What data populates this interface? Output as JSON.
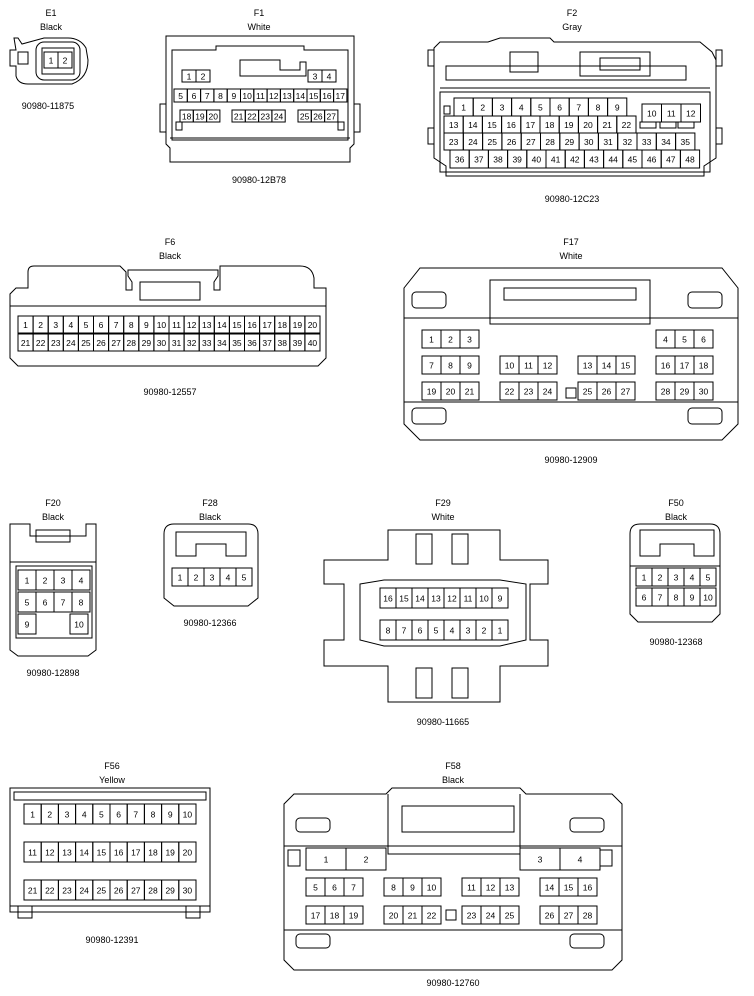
{
  "connectors": {
    "E1": {
      "name": "E1",
      "color": "Black",
      "part": "90980-11875",
      "pins": [
        "1",
        "2"
      ]
    },
    "F1": {
      "name": "F1",
      "color": "White",
      "part": "90980-12B78",
      "row1": [
        "1",
        "2",
        "3",
        "4"
      ],
      "row2": [
        "5",
        "6",
        "7",
        "8",
        "9",
        "10",
        "11",
        "12",
        "13",
        "14",
        "15",
        "16",
        "17"
      ],
      "row3": [
        "18",
        "19",
        "20",
        "21",
        "22",
        "23",
        "24",
        "25",
        "26",
        "27"
      ]
    },
    "F2": {
      "name": "F2",
      "color": "Gray",
      "part": "90980-12C23",
      "row1": [
        "1",
        "2",
        "3",
        "4",
        "5",
        "6",
        "7",
        "8",
        "9"
      ],
      "row1b": [
        "10",
        "11",
        "12"
      ],
      "row2": [
        "13",
        "14",
        "15",
        "16",
        "17",
        "18",
        "19",
        "20",
        "21",
        "22"
      ],
      "row3": [
        "23",
        "24",
        "25",
        "26",
        "27",
        "28",
        "29",
        "30",
        "31",
        "32",
        "33",
        "34",
        "35"
      ],
      "row4": [
        "36",
        "37",
        "38",
        "39",
        "40",
        "41",
        "42",
        "43",
        "44",
        "45",
        "46",
        "47",
        "48"
      ]
    },
    "F6": {
      "name": "F6",
      "color": "Black",
      "part": "90980-12557",
      "row1": [
        "1",
        "2",
        "3",
        "4",
        "5",
        "6",
        "7",
        "8",
        "9",
        "10",
        "11",
        "12",
        "13",
        "14",
        "15",
        "16",
        "17",
        "18",
        "19",
        "20"
      ],
      "row2": [
        "21",
        "22",
        "23",
        "24",
        "25",
        "26",
        "27",
        "28",
        "29",
        "30",
        "31",
        "32",
        "33",
        "34",
        "35",
        "36",
        "37",
        "38",
        "39",
        "40"
      ]
    },
    "F17": {
      "name": "F17",
      "color": "White",
      "part": "90980-12909",
      "row1a": [
        "1",
        "2",
        "3"
      ],
      "row1b": [
        "4",
        "5",
        "6"
      ],
      "row2": [
        "7",
        "8",
        "9",
        "10",
        "11",
        "12",
        "13",
        "14",
        "15",
        "16",
        "17",
        "18"
      ],
      "row3": [
        "19",
        "20",
        "21",
        "22",
        "23",
        "24",
        "25",
        "26",
        "27",
        "28",
        "29",
        "30"
      ]
    },
    "F20": {
      "name": "F20",
      "color": "Black",
      "part": "90980-12898",
      "pins": [
        "1",
        "2",
        "3",
        "4",
        "5",
        "6",
        "7",
        "8",
        "9",
        "10"
      ]
    },
    "F28": {
      "name": "F28",
      "color": "Black",
      "part": "90980-12366",
      "pins": [
        "1",
        "2",
        "3",
        "4",
        "5"
      ]
    },
    "F29": {
      "name": "F29",
      "color": "White",
      "part": "90980-11665",
      "row1": [
        "16",
        "15",
        "14",
        "13",
        "12",
        "11",
        "10",
        "9"
      ],
      "row2": [
        "8",
        "7",
        "6",
        "5",
        "4",
        "3",
        "2",
        "1"
      ]
    },
    "F50": {
      "name": "F50",
      "color": "Black",
      "part": "90980-12368",
      "row1": [
        "1",
        "2",
        "3",
        "4",
        "5"
      ],
      "row2": [
        "6",
        "7",
        "8",
        "9",
        "10"
      ]
    },
    "F56": {
      "name": "F56",
      "color": "Yellow",
      "part": "90980-12391",
      "row1": [
        "1",
        "2",
        "3",
        "4",
        "5",
        "6",
        "7",
        "8",
        "9",
        "10"
      ],
      "row2": [
        "11",
        "12",
        "13",
        "14",
        "15",
        "16",
        "17",
        "18",
        "19",
        "20"
      ],
      "row3": [
        "21",
        "22",
        "23",
        "24",
        "25",
        "26",
        "27",
        "28",
        "29",
        "30"
      ]
    },
    "F58": {
      "name": "F58",
      "color": "Black",
      "part": "90980-12760",
      "row1a": [
        "1",
        "2"
      ],
      "row1b": [
        "3",
        "4"
      ],
      "row2": [
        "5",
        "6",
        "7",
        "8",
        "9",
        "10",
        "11",
        "12",
        "13",
        "14",
        "15",
        "16"
      ],
      "row3": [
        "17",
        "18",
        "19",
        "20",
        "21",
        "22",
        "23",
        "24",
        "25",
        "26",
        "27",
        "28"
      ]
    }
  }
}
